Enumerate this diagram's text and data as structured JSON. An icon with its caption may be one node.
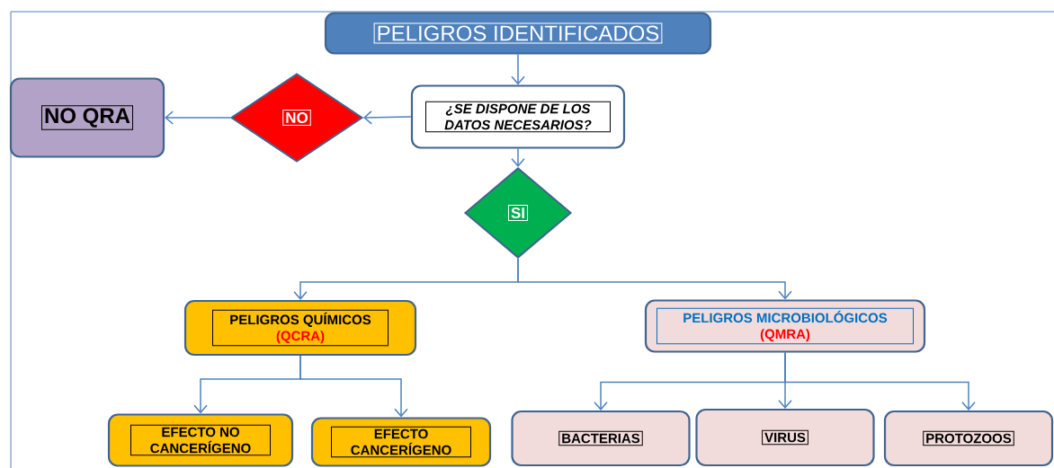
{
  "diagram": {
    "nodes": [
      {
        "text": [
          "PELIGROS  IDENTIFICADOS"
        ]
      },
      {
        "text": [
          "¿SE DISPONE DE LOS DATOS NECESARIOS?"
        ]
      },
      {
        "text": [
          "NO"
        ]
      },
      {
        "text": [
          "NO QRA"
        ]
      },
      {
        "text": [
          "SI"
        ]
      },
      {
        "text": [
          "PELIGROS QUÍMICOS",
          "(QCRA)"
        ]
      },
      {
        "text": [
          "PELIGROS MICROBIOLÓGICOS",
          "(QMRA)"
        ]
      },
      {
        "text": [
          "EFECTO NO CANCERÍGENO"
        ]
      },
      {
        "text": [
          "EFECTO CANCERÍGENO"
        ]
      },
      {
        "text": [
          "BACTERIAS"
        ]
      },
      {
        "text": [
          "VIRUS"
        ]
      },
      {
        "text": [
          "PROTOZOOS"
        ]
      }
    ],
    "edges": [
      {
        "from": 0,
        "to": 1,
        "arrow": "to"
      },
      {
        "from": 1,
        "to": 2,
        "arrow": "to"
      },
      {
        "from": 2,
        "to": 3,
        "arrow": "to"
      },
      {
        "from": 1,
        "to": 4,
        "arrow": "to"
      },
      {
        "from": 4,
        "to": 5,
        "arrow": "to"
      },
      {
        "from": 4,
        "to": 6,
        "arrow": "to"
      },
      {
        "from": 5,
        "to": 7,
        "arrow": "to"
      },
      {
        "from": 5,
        "to": 8,
        "arrow": "to"
      },
      {
        "from": 6,
        "to": 9,
        "arrow": "to"
      },
      {
        "from": 6,
        "to": 10,
        "arrow": "to"
      },
      {
        "from": 6,
        "to": 11,
        "arrow": "to"
      }
    ]
  }
}
